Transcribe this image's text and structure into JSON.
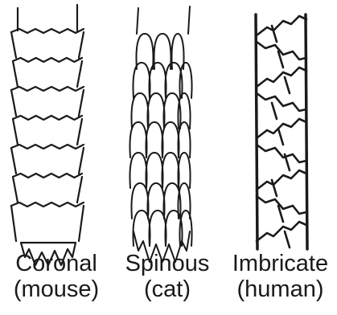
{
  "patterns": [
    {
      "id": "coronal",
      "name": "Coronal",
      "example": "(mouse)"
    },
    {
      "id": "spinous",
      "name": "Spinous",
      "example": "(cat)"
    },
    {
      "id": "imbricate",
      "name": "Imbricate",
      "example": "(human)"
    }
  ],
  "colors": {
    "stroke": "#1a1a1a",
    "background": "#ffffff"
  }
}
